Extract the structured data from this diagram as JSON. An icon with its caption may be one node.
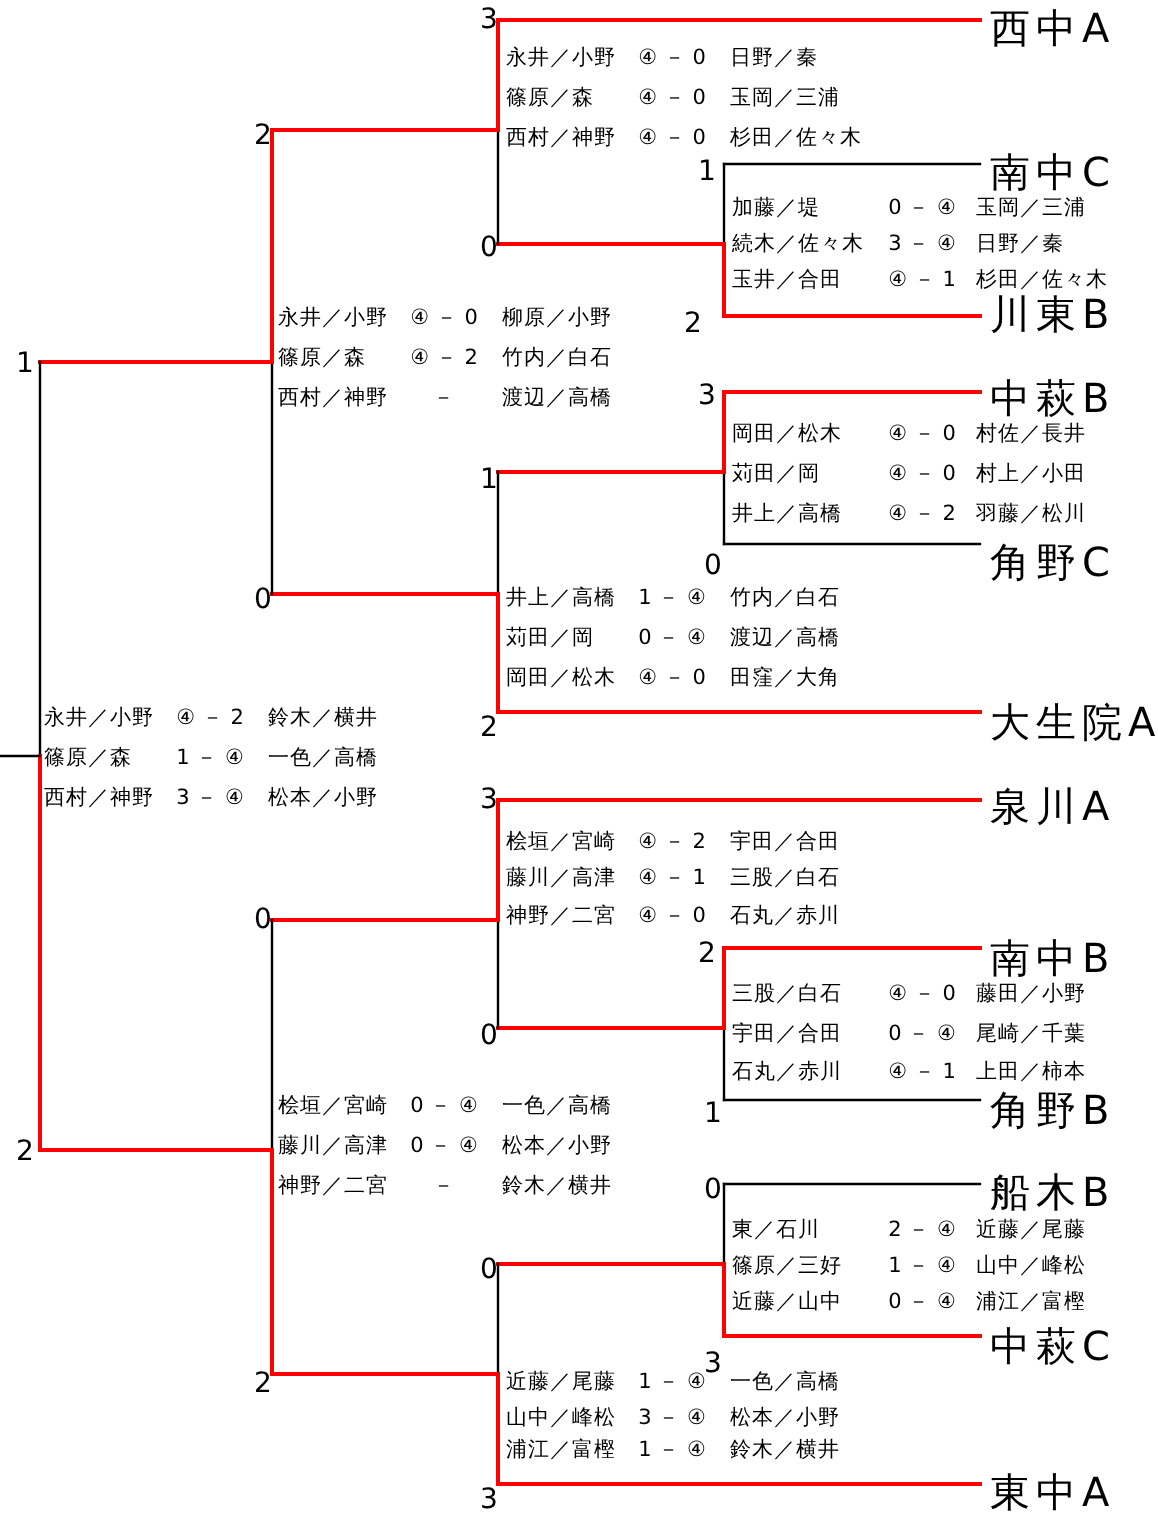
{
  "diagram": {
    "nodes": [
      {
        "text": [
          "西中A"
        ]
      },
      {
        "text": [
          "南中C"
        ]
      },
      {
        "text": [
          "川東B"
        ]
      },
      {
        "text": [
          "中萩B"
        ]
      },
      {
        "text": [
          "角野C"
        ]
      },
      {
        "text": [
          "大生院A"
        ]
      },
      {
        "text": [
          "泉川A"
        ]
      },
      {
        "text": [
          "南中B"
        ]
      },
      {
        "text": [
          "角野B"
        ]
      },
      {
        "text": [
          "船木B"
        ]
      },
      {
        "text": [
          "中萩C"
        ]
      },
      {
        "text": [
          "東中A"
        ]
      }
    ],
    "labels": [
      "3",
      "0",
      "1",
      "2",
      "3",
      "0",
      "1",
      "2",
      "2",
      "0",
      "1",
      "3",
      "0",
      "2",
      "1",
      "0",
      "0",
      "2",
      "3",
      "0",
      "3",
      "2",
      "永井／小野",
      "④ － 0",
      "日野／秦",
      "篠原／森",
      "④ － 0",
      "玉岡／三浦",
      "西村／神野",
      "④ － 0",
      "杉田／佐々木",
      "加藤／堤",
      "0 － ④",
      "玉岡／三浦",
      "続木／佐々木",
      "3 － ④",
      "日野／秦",
      "玉井／合田",
      "④ － 1",
      "杉田／佐々木",
      "永井／小野",
      "④ － 0",
      "柳原／小野",
      "篠原／森",
      "④ － 2",
      "竹内／白石",
      "西村／神野",
      "－",
      "渡辺／高橋",
      "岡田／松木",
      "④ － 0",
      "村佐／長井",
      "苅田／岡",
      "④ － 0",
      "村上／小田",
      "井上／高橋",
      "④ － 2",
      "羽藤／松川",
      "井上／高橋",
      "1 － ④",
      "竹内／白石",
      "苅田／岡",
      "0 － ④",
      "渡辺／高橋",
      "岡田／松木",
      "④ － 0",
      "田窪／大角",
      "永井／小野",
      "④ － 2",
      "鈴木／横井",
      "篠原／森",
      "1 － ④",
      "一色／高橋",
      "西村／神野",
      "3 － ④",
      "松本／小野",
      "桧垣／宮崎",
      "④ － 2",
      "宇田／合田",
      "藤川／高津",
      "④ － 1",
      "三股／白石",
      "神野／二宮",
      "④ － 0",
      "石丸／赤川",
      "三股／白石",
      "④ － 0",
      "藤田／小野",
      "宇田／合田",
      "0 － ④",
      "尾崎／千葉",
      "石丸／赤川",
      "④ － 1",
      "上田／柿本",
      "桧垣／宮崎",
      "0 － ④",
      "一色／高橋",
      "藤川／高津",
      "0 － ④",
      "松本／小野",
      "神野／二宮",
      "－",
      "鈴木／横井",
      "東／石川",
      "2 － ④",
      "近藤／尾藤",
      "篠原／三好",
      "1 － ④",
      "山中／峰松",
      "近藤／山中",
      "0 － ④",
      "浦江／富樫",
      "近藤／尾藤",
      "1 － ④",
      "一色／高橋",
      "山中／峰松",
      "3 － ④",
      "松本／小野",
      "浦江／富樫",
      "1 － ④",
      "鈴木／横井"
    ]
  }
}
